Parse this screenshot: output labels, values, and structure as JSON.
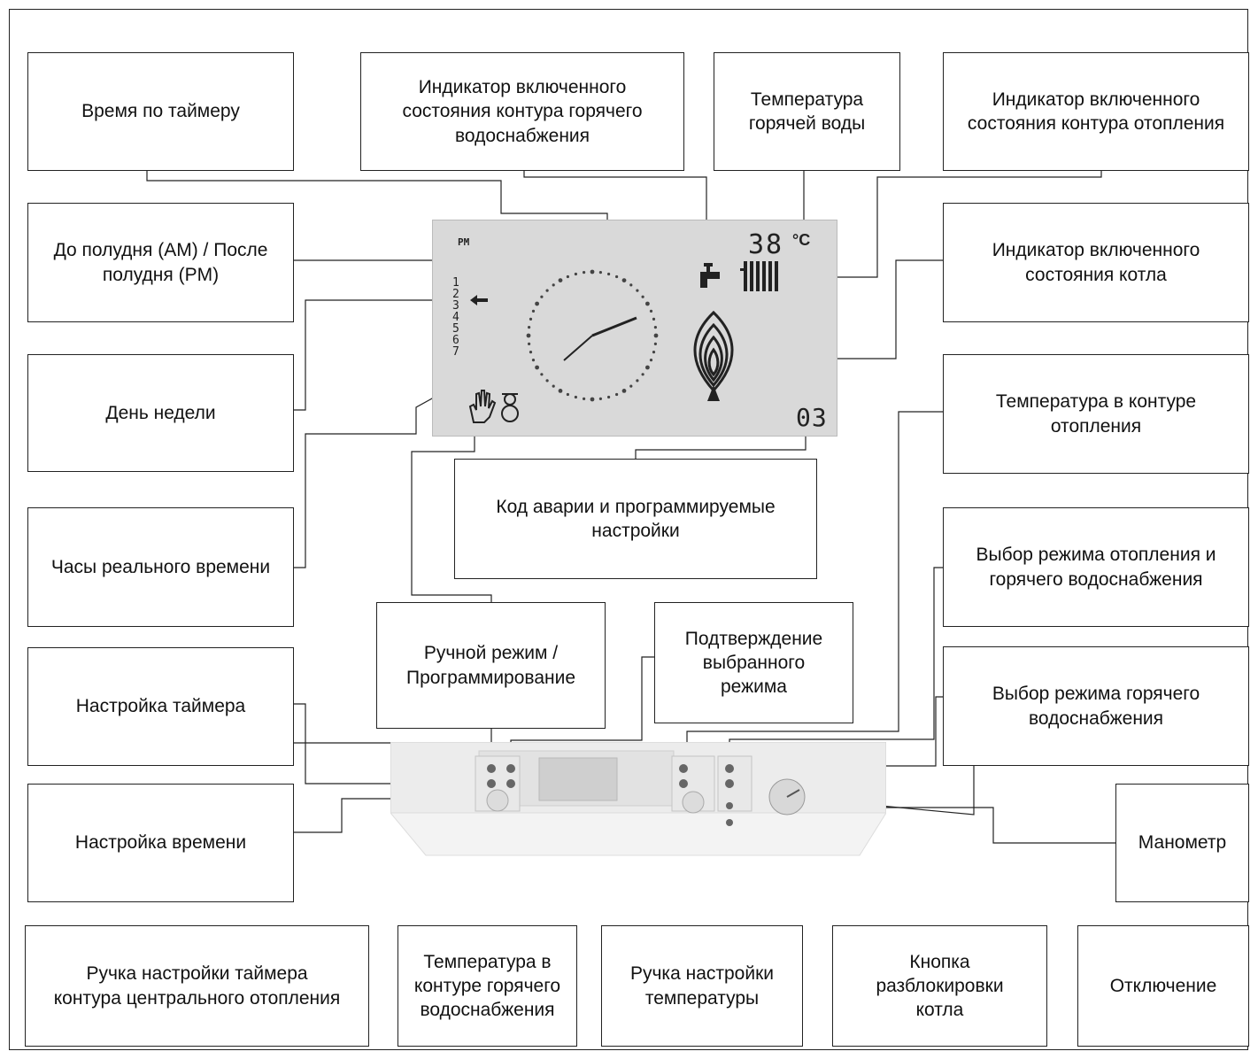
{
  "labels": {
    "timer_time": "Время по таймеру",
    "dhw_indicator": "Индикатор включенного\nсостояния контура горячего\nводоснабжения",
    "dhw_temperature": "Температура\nгорячей воды",
    "heating_indicator": "Индикатор включенного\nсостояния контура отопления",
    "am_pm": "До полудня (AM) / После\nполудня (PM)",
    "boiler_indicator": "Индикатор включенного\nсостояния котла",
    "day_of_week": "День недели",
    "heating_temperature": "Температура в контуре\nотопления",
    "fault_code": "Код аварии и программируемые\nнастройки",
    "real_time_clock": "Часы реального времени",
    "mode_select_heating_dhw": "Выбор режима отопления и\nгорячего водоснабжения",
    "manual_programming": "Ручной режим /\nПрограммирование",
    "confirm_mode": "Подтверждение\nвыбранного\nрежима",
    "timer_setting": "Настройка таймера",
    "mode_select_dhw": "Выбор режима горячего\nводоснабжения",
    "time_setting": "Настройка времени",
    "pressure_gauge": "Манометр",
    "ch_timer_knob": "Ручка настройки таймера\nконтура центрального отопления",
    "dhw_circuit_temperature": "Температура в\nконтуре горячего\nводоснабжения",
    "temperature_knob": "Ручка настройки\nтемпературы",
    "boiler_unlock_button": "Кнопка\nразблокировки\nкотла",
    "shutdown": "Отключение"
  },
  "lcd": {
    "pm_text": "PM",
    "temperature_value": "38",
    "temperature_unit": "°C",
    "days": [
      "1",
      "2",
      "3",
      "4",
      "5",
      "6",
      "7"
    ],
    "code": "03"
  },
  "colors": {
    "line": "#222222",
    "lcd_background": "#d9d9d9",
    "lcd_segment": "#222222"
  }
}
